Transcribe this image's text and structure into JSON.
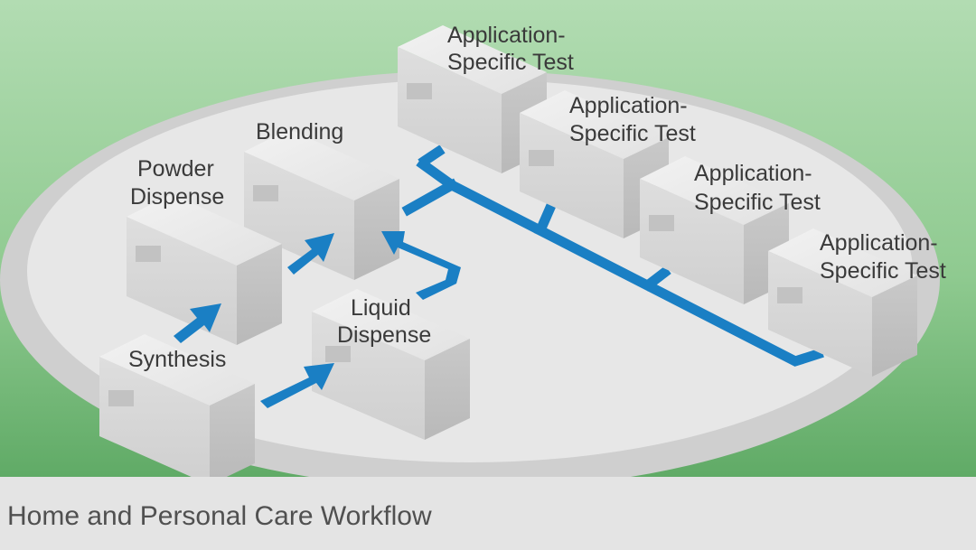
{
  "caption": "Home and Personal Care Workflow",
  "colors": {
    "background_top": "#9fd3a0",
    "background_bottom": "#4f9f57",
    "platform": "#e6e6e6",
    "platform_rim": "#d0d0d0",
    "instrument": "#dcdcdc",
    "flow": "#1a7fc4",
    "caption_band": "#e4e4e4",
    "label_text": "#3a3a3a"
  },
  "stations": {
    "synthesis": {
      "line1": "Synthesis",
      "line2": ""
    },
    "powder": {
      "line1": "Powder",
      "line2": "Dispense"
    },
    "blending": {
      "line1": "Blending",
      "line2": ""
    },
    "liquid": {
      "line1": "Liquid",
      "line2": "Dispense"
    },
    "test1": {
      "line1": "Application-",
      "line2": "Specific Test"
    },
    "test2": {
      "line1": "Application-",
      "line2": "Specific Test"
    },
    "test3": {
      "line1": "Application-",
      "line2": "Specific Test"
    },
    "test4": {
      "line1": "Application-",
      "line2": "Specific Test"
    }
  }
}
